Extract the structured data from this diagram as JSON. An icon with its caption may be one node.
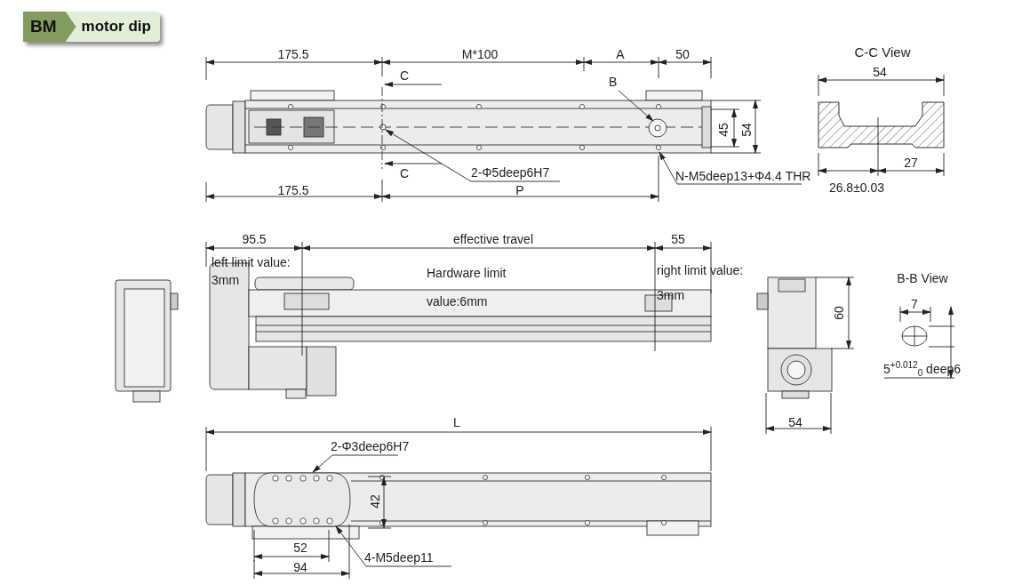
{
  "diagram": {
    "nodes": [
      {
        "text": [
          "BM",
          "motor dip"
        ]
      },
      {
        "text": [
          "2-Φ5deep6H7"
        ]
      },
      {
        "text": [
          "B"
        ]
      },
      {
        "text": [
          "N-M5deep13+Φ4.4 THR"
        ]
      },
      {
        "text": [
          "2-Φ3deep6H7"
        ]
      },
      {
        "text": [
          "4-M5deep11"
        ]
      }
    ],
    "edges": [
      {
        "from": 1,
        "to": null,
        "arrow": "to"
      },
      {
        "from": 2,
        "to": null,
        "arrow": "to"
      },
      {
        "from": 3,
        "to": null,
        "arrow": "to"
      },
      {
        "from": 4,
        "to": null,
        "arrow": "to"
      },
      {
        "from": 5,
        "to": null,
        "arrow": "to"
      }
    ],
    "labels": [
      "175.5",
      "M*100",
      "A",
      "50",
      "C",
      "C",
      "45",
      "54",
      "C-C View",
      "54",
      "27",
      "175.5",
      "P",
      "26.8±0.03",
      "95.5",
      "effective travel",
      "55",
      "left limit value: 3mm",
      "Hardware limit value:6mm",
      "right limit value: 3mm",
      "60",
      "B-B View",
      "7",
      "5$^{+0.012}$$_{0}$ deep6",
      "L",
      "54",
      "42",
      "52",
      "94"
    ]
  }
}
